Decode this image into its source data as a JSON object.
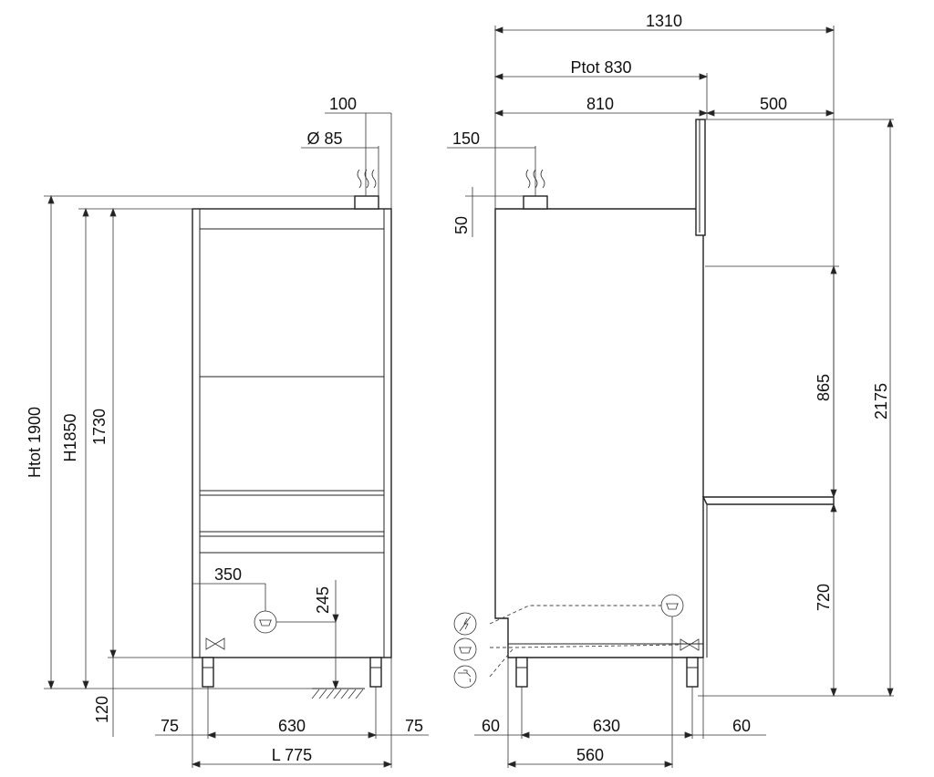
{
  "dimensions": {
    "overall_width": "1310",
    "ptot": "Ptot 830",
    "depth_810": "810",
    "hood_500": "500",
    "side_100": "100",
    "diameter": "Ø 85",
    "offset_150": "150",
    "height_50": "50",
    "htot": "Htot 1900",
    "h1850": "H1850",
    "h1730": "1730",
    "leg_120": "120",
    "left_75": "75",
    "front_630": "630",
    "right_75": "75",
    "length_775": "L 775",
    "drain_350": "350",
    "drain_245": "245",
    "side_60_left": "60",
    "side_630": "630",
    "side_60_right": "60",
    "side_560": "560",
    "table_865": "865",
    "table_720": "720",
    "overall_2175": "2175"
  },
  "icons": {
    "steam": "steam-icon",
    "drain": "drain-icon",
    "valve": "valve-icon",
    "electric": "electric-supply-icon",
    "water": "water-supply-icon"
  }
}
